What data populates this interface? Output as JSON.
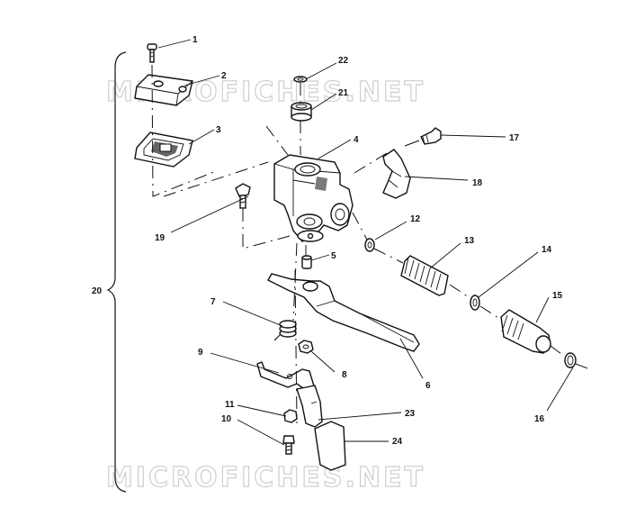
{
  "watermark": "MICROFICHES.NET",
  "labels": {
    "p1": "1",
    "p2": "2",
    "p3": "3",
    "p4": "4",
    "p5": "5",
    "p6": "6",
    "p7": "7",
    "p8": "8",
    "p9": "9",
    "p10": "10",
    "p11": "11",
    "p12": "12",
    "p13": "13",
    "p14": "14",
    "p15": "15",
    "p16": "16",
    "p17": "17",
    "p18": "18",
    "p19": "19",
    "p20": "20",
    "p21": "21",
    "p22": "22",
    "p23": "23",
    "p24": "24"
  }
}
